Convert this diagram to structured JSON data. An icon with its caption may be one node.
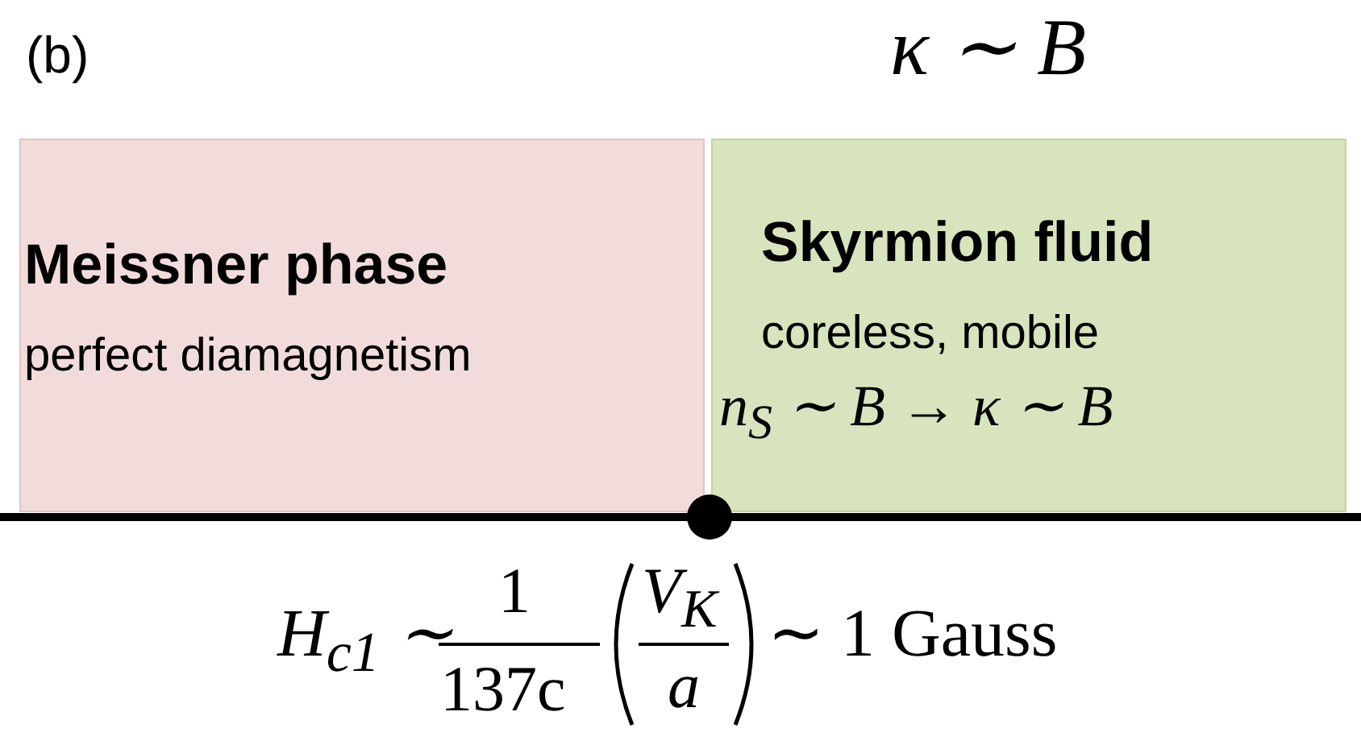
{
  "diagram": {
    "nodes": [
      {
        "text": [
          "Meissner phase",
          "perfect diamagnetism"
        ]
      },
      {
        "text": [
          "Skyrmion fluid",
          "coreless, mobile",
          "n$_{S}$ ∼ B → κ ∼ B"
        ]
      }
    ],
    "labels": [
      "(b)",
      "κ ∼ B",
      "H$_{c1}$ ∼",
      "1",
      "137c",
      "V$_{K}$",
      "a",
      "∼ 1 Gauss"
    ]
  }
}
